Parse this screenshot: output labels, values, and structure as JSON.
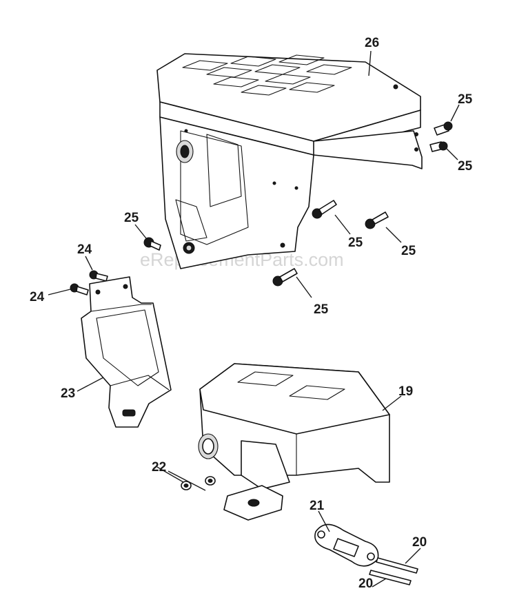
{
  "watermark": "eReplacementParts.com",
  "callouts": {
    "c26": "26",
    "c25_a": "25",
    "c25_b": "25",
    "c25_c": "25",
    "c25_d": "25",
    "c25_e": "25",
    "c25_f": "25",
    "c24_a": "24",
    "c24_b": "24",
    "c23": "23",
    "c22": "22",
    "c21": "21",
    "c20_a": "20",
    "c20_b": "20",
    "c19": "19"
  }
}
